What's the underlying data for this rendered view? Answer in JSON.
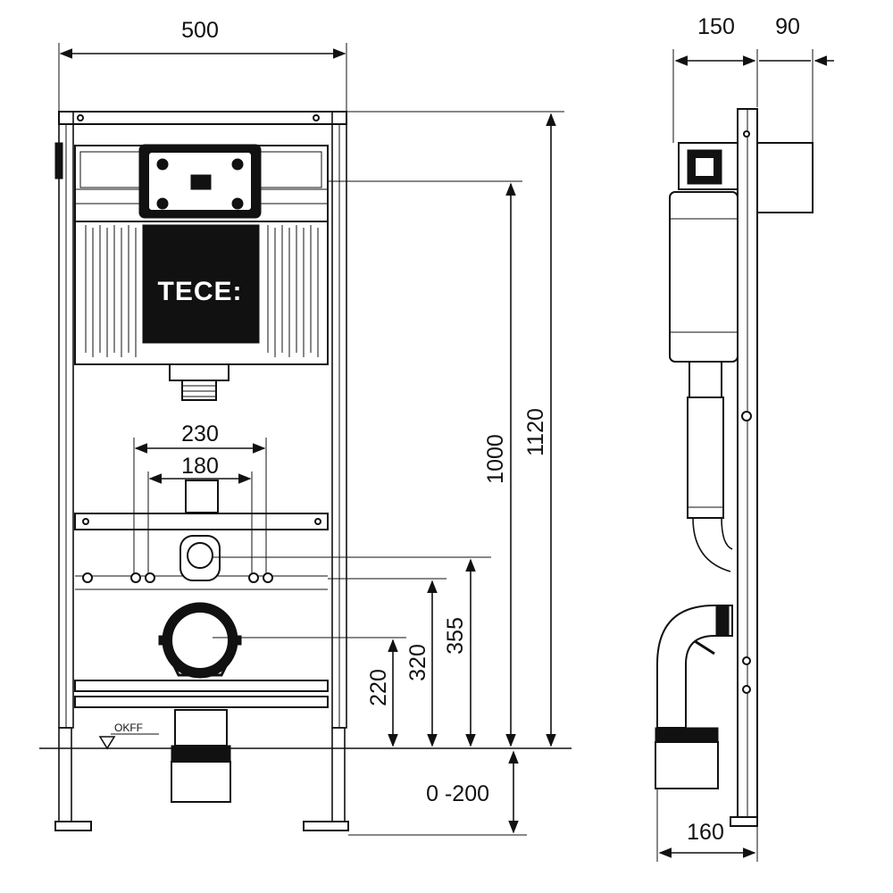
{
  "front_view": {
    "brand_logo": "TECE:",
    "floor_marker": "OKFF",
    "dims": {
      "overall_width": "500",
      "outer_spacing": "230",
      "inner_spacing": "180",
      "total_height": "1120",
      "cistern_height": "1000",
      "connection_height": "355",
      "water_connection_height": "320",
      "drain_height": "220",
      "foot_adjust": "0 -200"
    }
  },
  "side_view": {
    "dims": {
      "depth_frame": "150",
      "depth_panel": "90",
      "drain_depth": "160"
    }
  }
}
